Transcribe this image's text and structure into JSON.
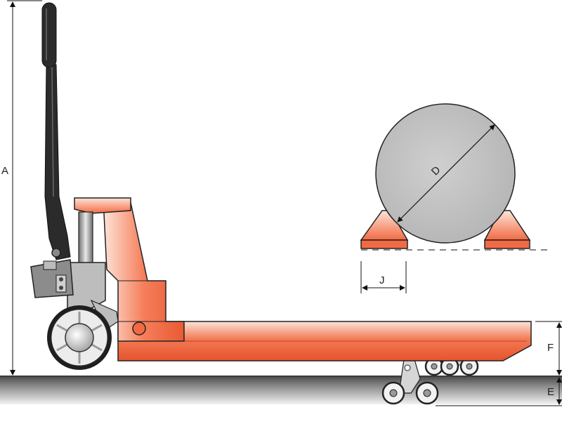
{
  "dimensions": {
    "a": "A",
    "d": "D",
    "e": "E",
    "f": "F",
    "j": "J"
  },
  "colors": {
    "frame": "#f0603a",
    "frame_light": "#fbb49a",
    "frame_highlight": "#fde4d8",
    "handle": "#2b2b2b",
    "floor": "#5c5c5c",
    "roll": "#c4c4c4",
    "wheel_hub": "#d8d8d8"
  }
}
